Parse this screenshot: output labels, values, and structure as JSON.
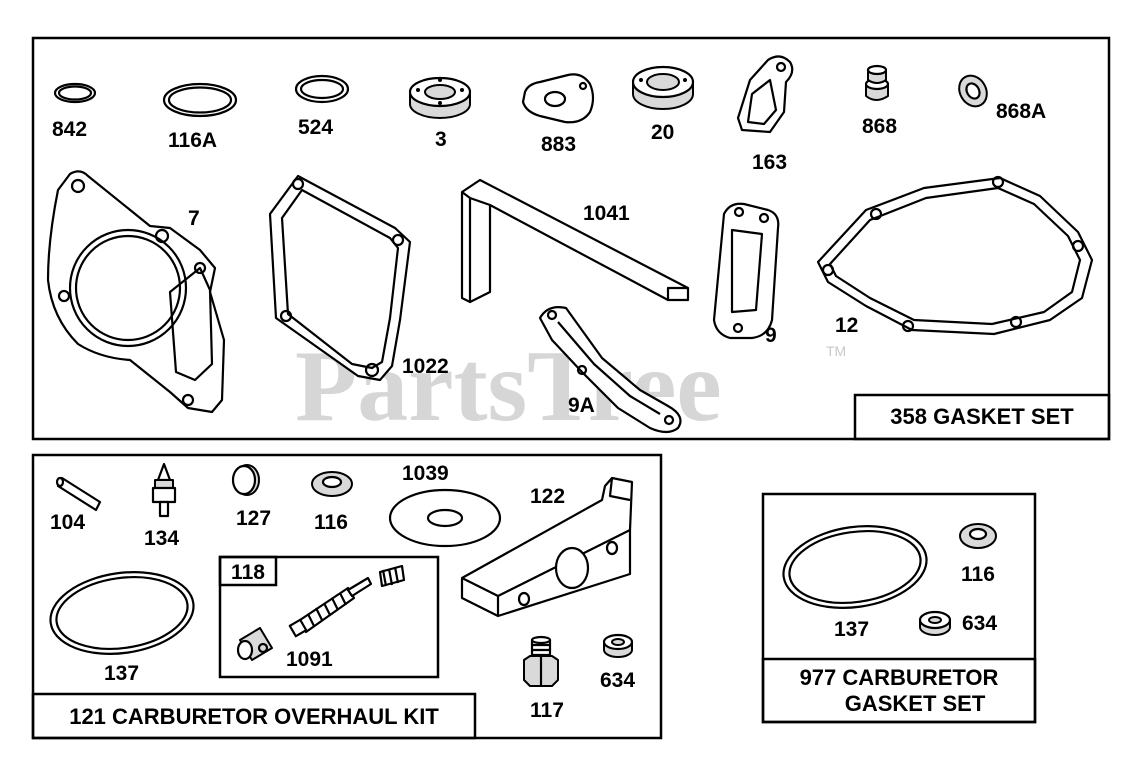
{
  "watermark": {
    "text": "PartsTree",
    "trademark": "TM"
  },
  "sections": {
    "gasket_set": {
      "title": "358 GASKET SET"
    },
    "overhaul_kit": {
      "title": "121 CARBURETOR OVERHAUL KIT",
      "subkit_label": "118"
    },
    "carb_gasket_set": {
      "title_line1": "977 CARBURETOR",
      "title_line2": "GASKET SET"
    }
  },
  "labels": {
    "p842": "842",
    "p116A": "116A",
    "p524": "524",
    "p3": "3",
    "p883": "883",
    "p20": "20",
    "p163": "163",
    "p868": "868",
    "p868A": "868A",
    "p7": "7",
    "p1022": "1022",
    "p1041": "1041",
    "p9": "9",
    "p9A": "9A",
    "p12": "12",
    "p104": "104",
    "p134": "134",
    "p127": "127",
    "p116": "116",
    "p1039": "1039",
    "p122": "122",
    "p137": "137",
    "p1091": "1091",
    "p117": "117",
    "p634": "634",
    "c137": "137",
    "c116": "116",
    "c634": "634"
  }
}
